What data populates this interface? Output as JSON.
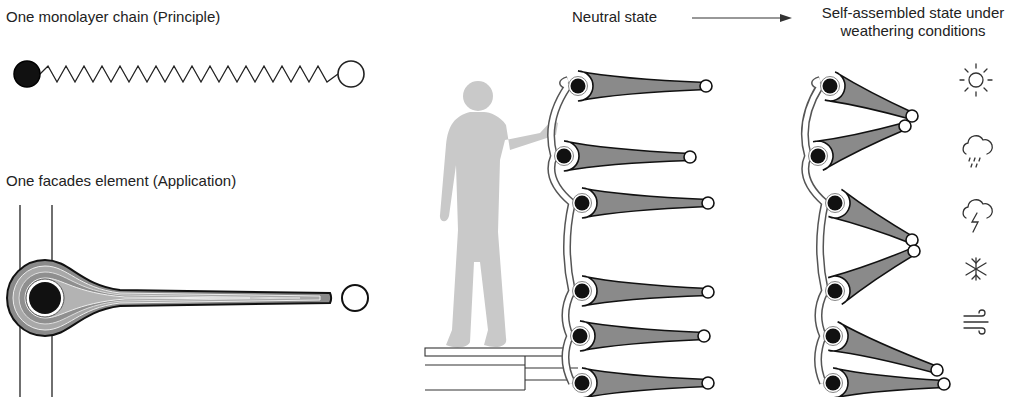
{
  "diagram": {
    "labels": [
      "One monolayer chain (Principle)",
      "One facades element (Application)",
      "Neutral state",
      "Self-assembled state under weathering conditions"
    ]
  }
}
